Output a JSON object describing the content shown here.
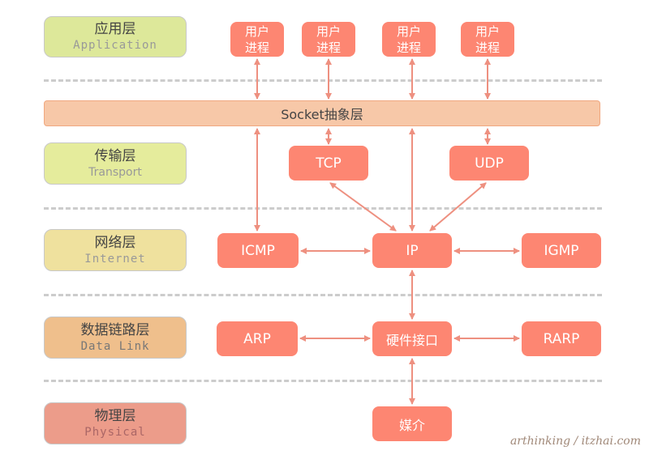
{
  "layers": [
    {
      "zh": "应用层",
      "en": "Application",
      "color": "#dde89a"
    },
    {
      "zh": "传输层",
      "en": "Transport",
      "color": "#e5ec9c"
    },
    {
      "zh": "网络层",
      "en": "Internet",
      "color": "#efe19e"
    },
    {
      "zh": "数据链路层",
      "en": "Data Link",
      "color": "#efbf8c"
    },
    {
      "zh": "物理层",
      "en": "Physical",
      "color": "#ec9c8a"
    }
  ],
  "user_process": {
    "line1": "用户",
    "line2": "进程"
  },
  "socket": "Socket抽象层",
  "nodes": {
    "tcp": "TCP",
    "udp": "UDP",
    "icmp": "ICMP",
    "ip": "IP",
    "igmp": "IGMP",
    "arp": "ARP",
    "hw": "硬件接口",
    "rarp": "RARP",
    "media": "媒介"
  },
  "watermark": "arthinking / itzhai.com",
  "colors": {
    "node": "#fd8672",
    "arrow": "#ee9080",
    "socket": "#f7c8a8"
  }
}
